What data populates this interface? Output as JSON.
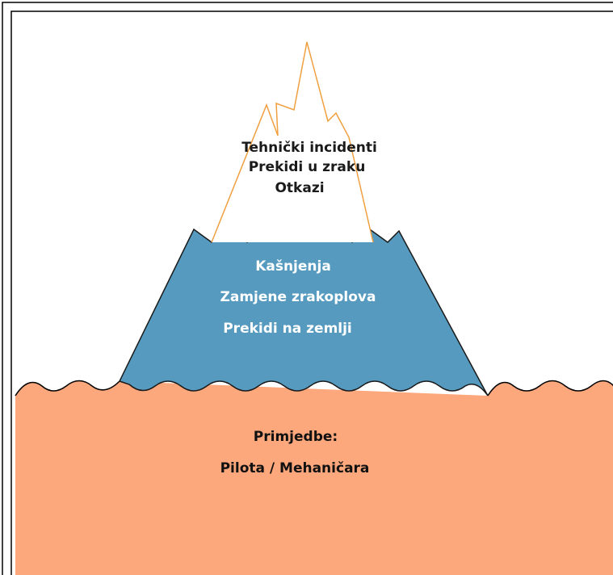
{
  "iceberg": {
    "tip": {
      "lines": [
        "Tehnički incidenti",
        "Prekidi u zraku",
        "Otkazi"
      ],
      "outline_color": "#f0a040"
    },
    "middle": {
      "lines": [
        "Kašnjenja",
        "Zamjene zrakoplova",
        "Prekidi na zemlji"
      ],
      "fill_color": "#569bbf"
    },
    "base": {
      "lines": [
        "Primjedbe:",
        "Pilota / Mehaničara"
      ],
      "fill_color": "#fca77c"
    }
  }
}
